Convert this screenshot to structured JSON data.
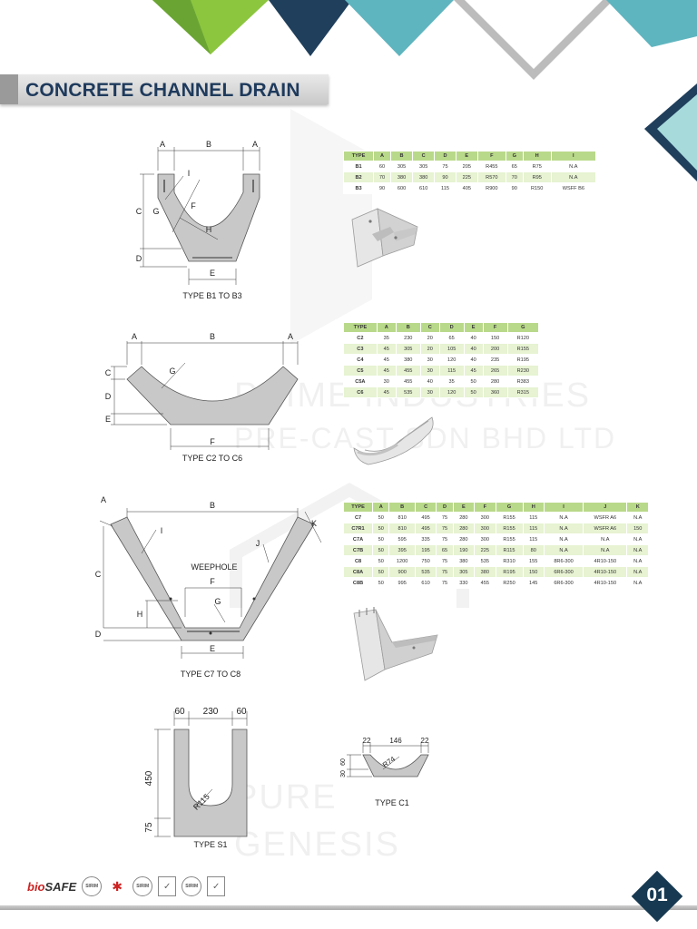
{
  "header": {
    "title": "CONCRETE CHANNEL DRAIN"
  },
  "colors": {
    "green": "#8cc63f",
    "navy": "#1f3f5c",
    "teal": "#5fb5bf",
    "light_teal": "#a7dada",
    "table_header": "#b9d98a",
    "table_alt": "#e7f3d2"
  },
  "watermark": {
    "line1": "PRIME INDUSTRIES",
    "line2": "PRE-CAST SDN BHD LTD",
    "line3": "PURE",
    "line4": "GENESIS"
  },
  "drawings": {
    "b": {
      "caption": "TYPE B1 TO B3",
      "A": "A",
      "B": "B",
      "C": "C",
      "D": "D",
      "E": "E",
      "F": "F",
      "G": "G",
      "H": "H",
      "I": "I"
    },
    "c": {
      "caption": "TYPE C2 TO C6",
      "A": "A",
      "B": "B",
      "C": "C",
      "D": "D",
      "E": "E",
      "F": "F",
      "G": "G"
    },
    "c7": {
      "caption": "TYPE C7 TO C8",
      "A": "A",
      "B": "B",
      "C": "C",
      "D": "D",
      "E": "E",
      "F": "F",
      "G": "G",
      "H": "H",
      "I": "I",
      "J": "J",
      "K": "K",
      "weephole": "WEEPHOLE"
    },
    "s1": {
      "caption": "TYPE S1",
      "d60a": "60",
      "d230": "230",
      "d60b": "60",
      "d450": "450",
      "d75": "75",
      "r115": "R115"
    },
    "c1": {
      "caption": "TYPE C1",
      "d22a": "22",
      "d146": "146",
      "d22b": "22",
      "d60": "60",
      "d30": "30",
      "r74": "R74"
    }
  },
  "tables": {
    "b": {
      "headers": [
        "TYPE",
        "A",
        "B",
        "C",
        "D",
        "E",
        "F",
        "G",
        "H",
        "I"
      ],
      "rows": [
        [
          "B1",
          "60",
          "305",
          "305",
          "75",
          "205",
          "R455",
          "65",
          "R75",
          "N.A"
        ],
        [
          "B2",
          "70",
          "380",
          "380",
          "90",
          "225",
          "R570",
          "70",
          "R95",
          "N.A"
        ],
        [
          "B3",
          "90",
          "600",
          "610",
          "115",
          "405",
          "R900",
          "90",
          "R150",
          "WSFF B6"
        ]
      ]
    },
    "c": {
      "headers": [
        "TYPE",
        "A",
        "B",
        "C",
        "D",
        "E",
        "F",
        "G"
      ],
      "rows": [
        [
          "C2",
          "35",
          "230",
          "20",
          "65",
          "40",
          "150",
          "R120"
        ],
        [
          "C3",
          "45",
          "305",
          "20",
          "105",
          "40",
          "200",
          "R155"
        ],
        [
          "C4",
          "45",
          "380",
          "30",
          "120",
          "40",
          "235",
          "R195"
        ],
        [
          "C5",
          "45",
          "455",
          "30",
          "115",
          "45",
          "265",
          "R230"
        ],
        [
          "C5A",
          "30",
          "455",
          "40",
          "35",
          "50",
          "280",
          "R383"
        ],
        [
          "C6",
          "45",
          "535",
          "30",
          "120",
          "50",
          "360",
          "R315"
        ]
      ]
    },
    "c7": {
      "headers": [
        "TYPE",
        "A",
        "B",
        "C",
        "D",
        "E",
        "F",
        "G",
        "H",
        "I",
        "J",
        "K"
      ],
      "rows": [
        [
          "C7",
          "50",
          "810",
          "495",
          "75",
          "280",
          "300",
          "R155",
          "115",
          "N.A",
          "WSFR A6",
          "N.A"
        ],
        [
          "C7R1",
          "50",
          "810",
          "495",
          "75",
          "280",
          "300",
          "R155",
          "115",
          "N.A",
          "WSFR A6",
          "150"
        ],
        [
          "C7A",
          "50",
          "595",
          "335",
          "75",
          "280",
          "300",
          "R155",
          "115",
          "N.A",
          "N.A",
          "N.A"
        ],
        [
          "C7B",
          "50",
          "395",
          "195",
          "65",
          "190",
          "225",
          "R115",
          "80",
          "N.A",
          "N.A",
          "N.A"
        ],
        [
          "C8",
          "50",
          "1200",
          "750",
          "75",
          "380",
          "535",
          "R310",
          "155",
          "8R6-300",
          "4R10-150",
          "N.A"
        ],
        [
          "C8A",
          "50",
          "900",
          "535",
          "75",
          "305",
          "380",
          "R195",
          "150",
          "6R6-300",
          "4R10-150",
          "N.A"
        ],
        [
          "C8B",
          "50",
          "995",
          "610",
          "75",
          "330",
          "455",
          "R250",
          "145",
          "6R6-300",
          "4R10-150",
          "N.A"
        ]
      ]
    }
  },
  "footer": {
    "page_number": "01",
    "logo_biosafe_a": "bio",
    "logo_biosafe_b": "SAFE",
    "logo_sirim": "SIRIM"
  }
}
